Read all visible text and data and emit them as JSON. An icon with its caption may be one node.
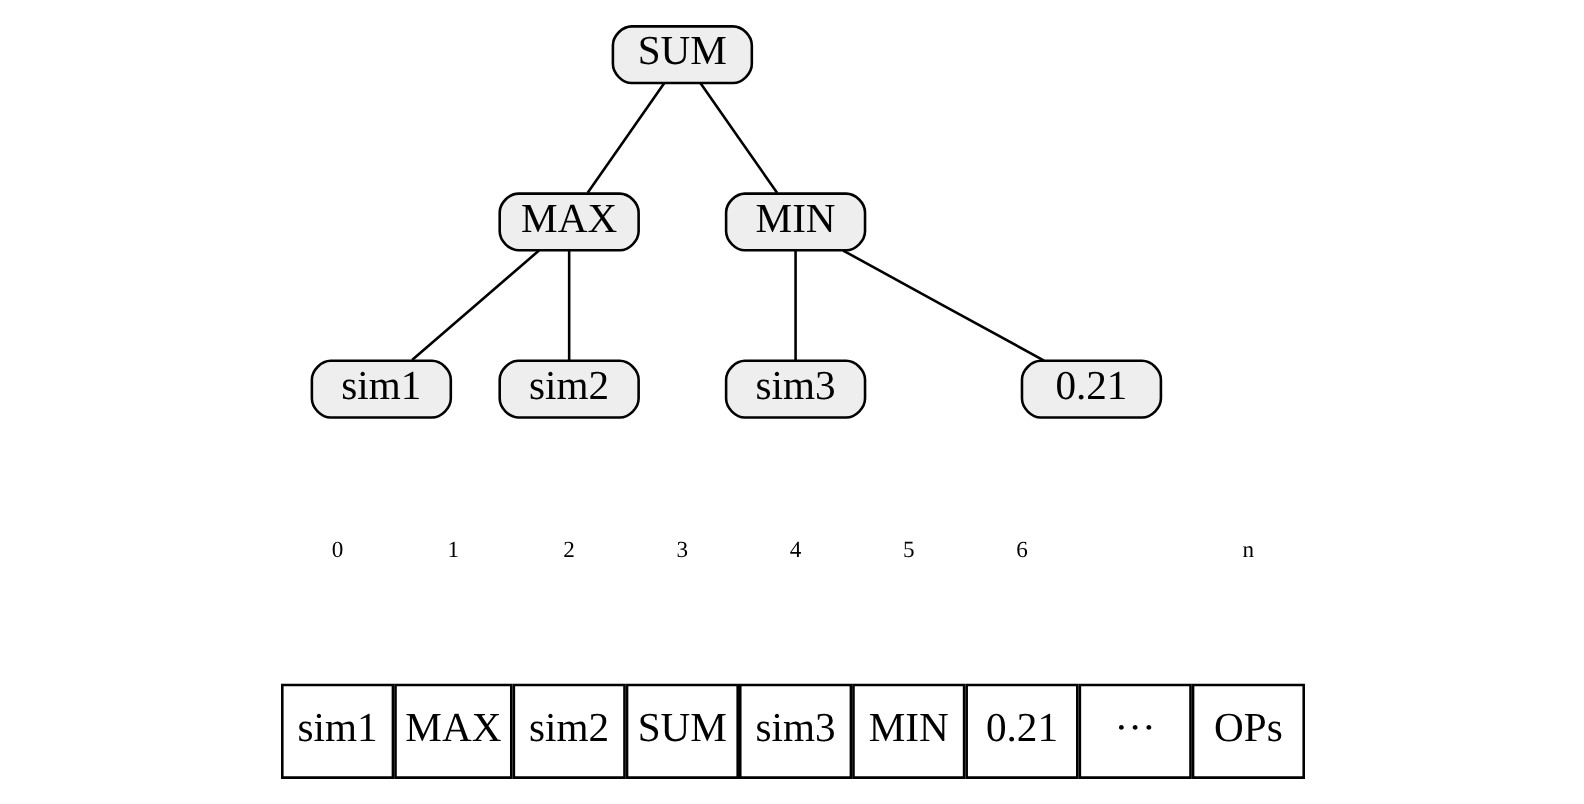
{
  "diagram": {
    "nodes": [
      {
        "text": [
          "SUM"
        ]
      },
      {
        "text": [
          "MAX"
        ]
      },
      {
        "text": [
          "MIN"
        ]
      },
      {
        "text": [
          "sim1"
        ]
      },
      {
        "text": [
          "sim2"
        ]
      },
      {
        "text": [
          "sim3"
        ]
      },
      {
        "text": [
          "0.21"
        ]
      },
      {
        "text": [
          "sim1"
        ]
      },
      {
        "text": [
          "MAX"
        ]
      },
      {
        "text": [
          "sim2"
        ]
      },
      {
        "text": [
          "SUM"
        ]
      },
      {
        "text": [
          "sim3"
        ]
      },
      {
        "text": [
          "MIN"
        ]
      },
      {
        "text": [
          "0.21"
        ]
      },
      {
        "text": [
          "···"
        ]
      },
      {
        "text": [
          "OPs"
        ]
      }
    ],
    "edges": [
      {
        "from": 0,
        "to": 1,
        "arrow": "none"
      },
      {
        "from": 0,
        "to": 2,
        "arrow": "none"
      },
      {
        "from": 1,
        "to": 3,
        "arrow": "none"
      },
      {
        "from": 1,
        "to": 4,
        "arrow": "none"
      },
      {
        "from": 2,
        "to": 5,
        "arrow": "none"
      },
      {
        "from": 2,
        "to": 6,
        "arrow": "none"
      }
    ],
    "labels": [
      "0",
      "1",
      "2",
      "3",
      "4",
      "5",
      "6",
      "n"
    ]
  }
}
